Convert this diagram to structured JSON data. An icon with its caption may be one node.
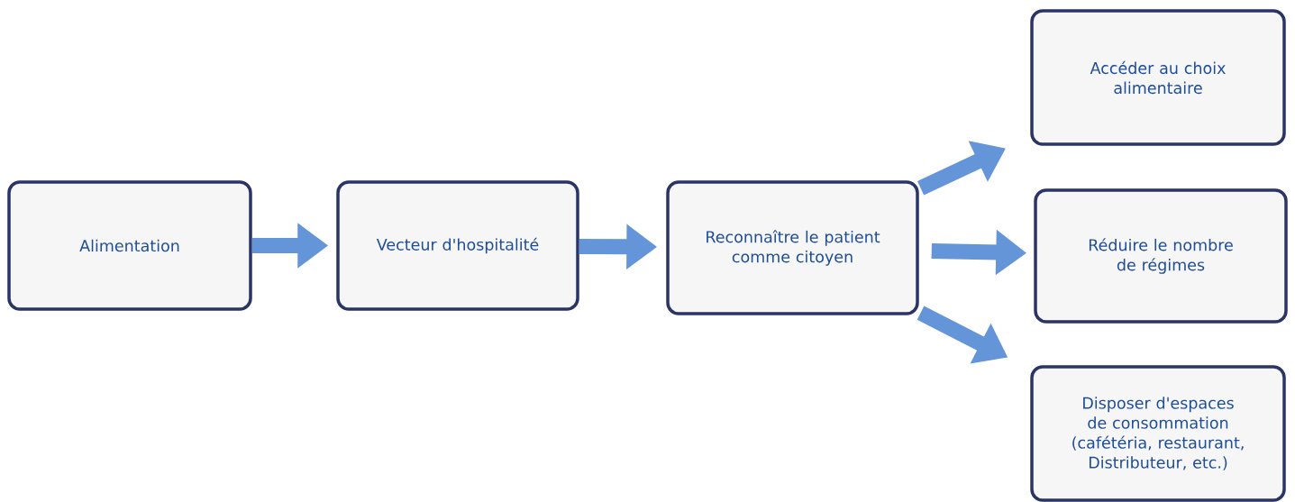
{
  "diagram": {
    "nodes": [
      {
        "text": [
          "Alimentation"
        ]
      },
      {
        "text": [
          "Vecteur d'hospitalité"
        ]
      },
      {
        "text": [
          "Reconnaître le patient comme citoyen"
        ]
      },
      {
        "text": [
          "Accéder au choix alimentaire"
        ]
      },
      {
        "text": [
          "Réduire le nombre de régimes"
        ]
      },
      {
        "text": [
          "Disposer d'espaces de consommation (cafétéria, restaurant, Distributeur, etc.)"
        ]
      }
    ],
    "edges": [
      {
        "from": 0,
        "to": 1,
        "arrow": "to"
      },
      {
        "from": 1,
        "to": 2,
        "arrow": "to"
      },
      {
        "from": 2,
        "to": 3,
        "arrow": "to"
      },
      {
        "from": 2,
        "to": 4,
        "arrow": "to"
      },
      {
        "from": 2,
        "to": 5,
        "arrow": "to"
      }
    ]
  }
}
